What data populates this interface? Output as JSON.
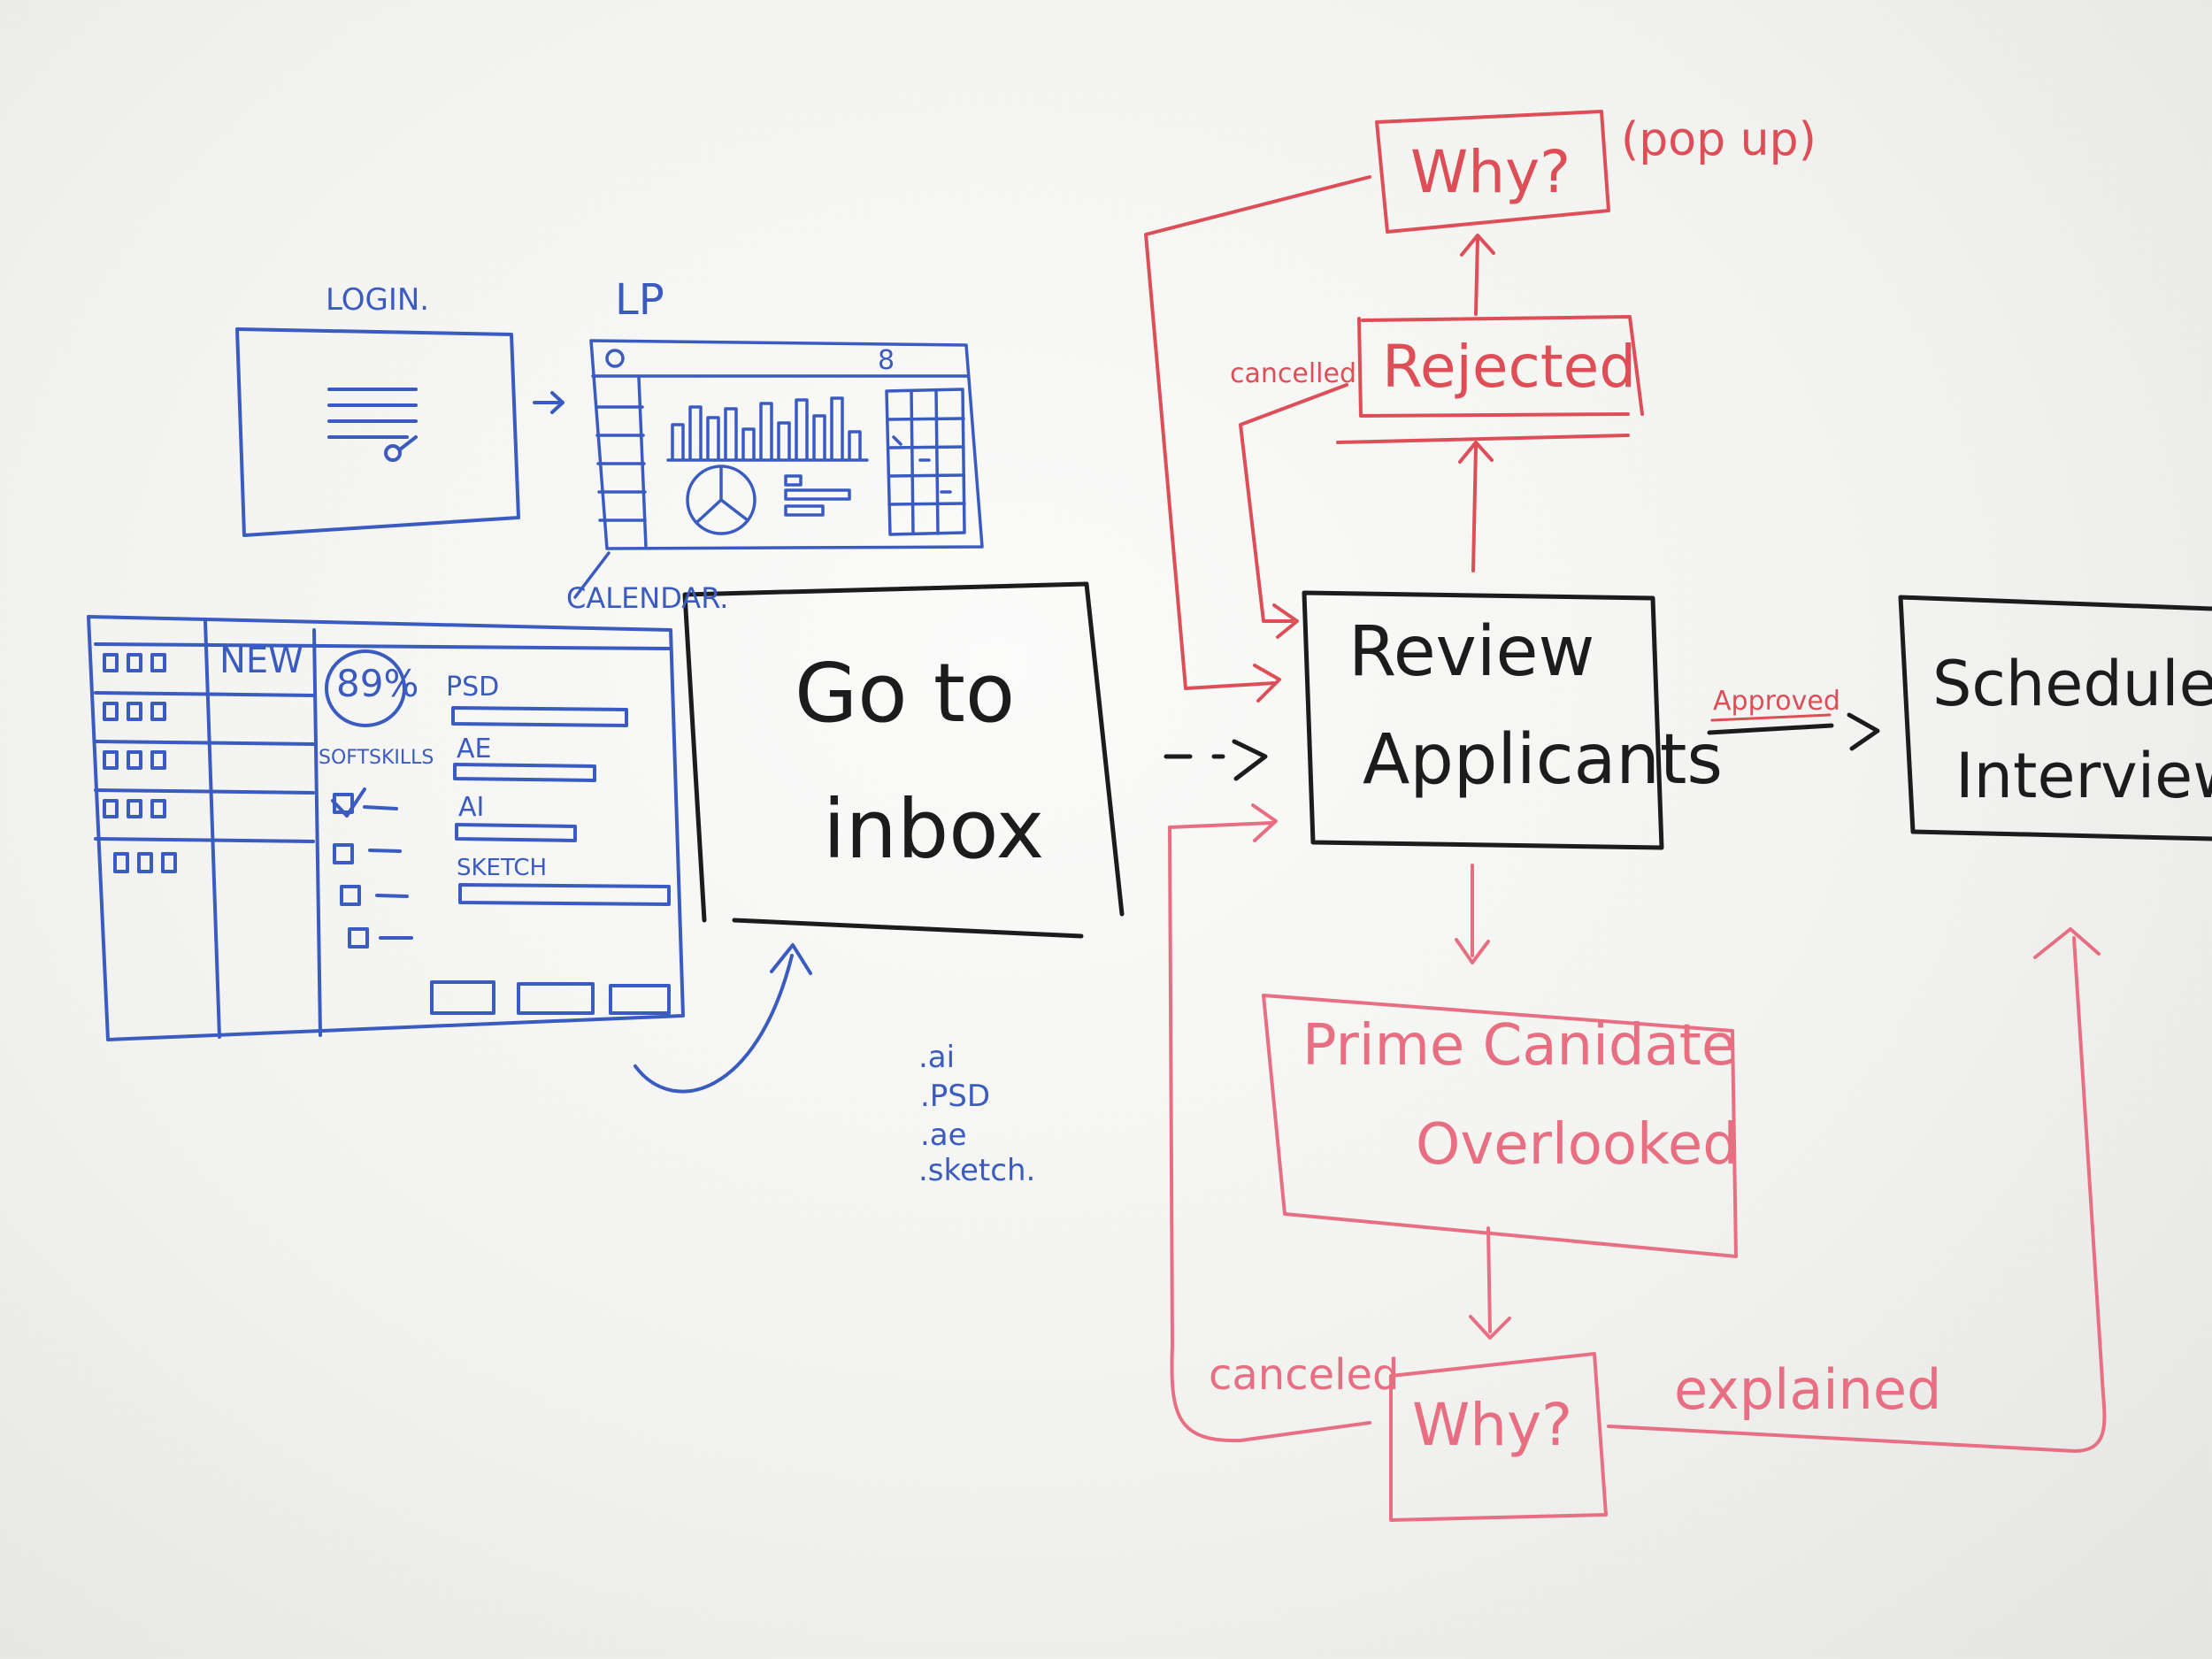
{
  "colors": {
    "board": "#f6f6f4",
    "blue_marker": "#3a5bbf",
    "black_marker": "#1c1c1c",
    "red_marker": "#de4e57",
    "pink_marker": "#e86f82"
  },
  "sketch": {
    "login_title": "LOGIN.",
    "lp_title": "LP",
    "lp_badge": "8",
    "calendar_label": "CALENDAR.",
    "inbox_new": "NEW",
    "inbox_percent": "89%",
    "inbox_softskills": "SOFTSKILLS",
    "skills": [
      "PSD",
      "AE",
      "AI",
      "SKETCH"
    ],
    "file_types": [
      ".ai",
      ".PSD",
      ".ae",
      ".sketch."
    ]
  },
  "flow": {
    "go_to_inbox": [
      "Go to",
      "inbox"
    ],
    "review_applicants": [
      "Review",
      "Applicants"
    ],
    "schedule_interview": [
      "Schedule",
      "Interview"
    ],
    "rejected": "Rejected",
    "why_top": "Why?",
    "popup_note": "(pop up)",
    "prime_candidate": [
      "Prime Canidate",
      "Overlooked"
    ],
    "why_bottom": "Why?",
    "edge_cancelled_top": "cancelled",
    "edge_approved": "Approved",
    "edge_canceled_bottom": "canceled",
    "edge_explained": "explained"
  }
}
